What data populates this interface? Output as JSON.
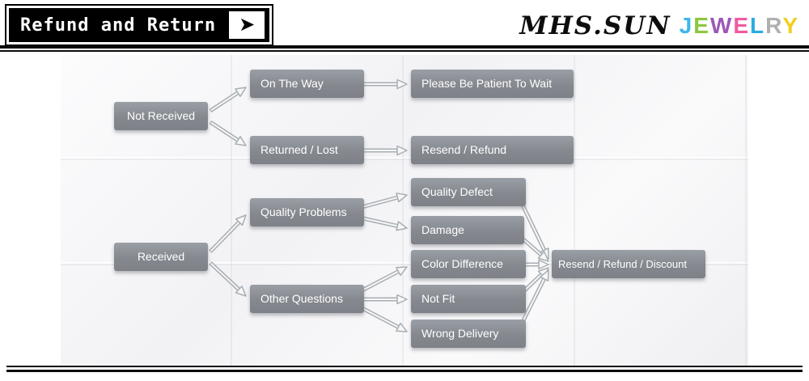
{
  "header": {
    "title": "Refund and Return",
    "arrow_icon": "➤",
    "brand": {
      "name": "MHS.SUN",
      "jewelry_letters": [
        {
          "char": "J",
          "color": "#3bb8e8"
        },
        {
          "char": "E",
          "color": "#8cc63f"
        },
        {
          "char": "W",
          "color": "#9b59b6"
        },
        {
          "char": "E",
          "color": "#ef5ba1"
        },
        {
          "char": "L",
          "color": "#29abe2"
        },
        {
          "char": "R",
          "color": "#b0b0b0"
        },
        {
          "char": "Y",
          "color": "#f2cf1d"
        }
      ]
    }
  },
  "flowchart": {
    "nodes": {
      "not_received": "Not Received",
      "on_the_way": "On The Way",
      "please_wait": "Please Be Patient To Wait",
      "returned_lost": "Returned / Lost",
      "resend_refund": "Resend / Refund",
      "received": "Received",
      "quality_problems": "Quality Problems",
      "quality_defect": "Quality Defect",
      "damage": "Damage",
      "other_questions": "Other Questions",
      "color_difference": "Color Difference",
      "not_fit": "Not Fit",
      "wrong_delivery": "Wrong Delivery",
      "resend_refund_discount": "Resend / Refund / Discount"
    },
    "colors": {
      "node_bg": "#85898f",
      "node_text": "#ffffff",
      "arrow": "#a9aeb3",
      "arrow_core": "#f6f7f8"
    }
  }
}
